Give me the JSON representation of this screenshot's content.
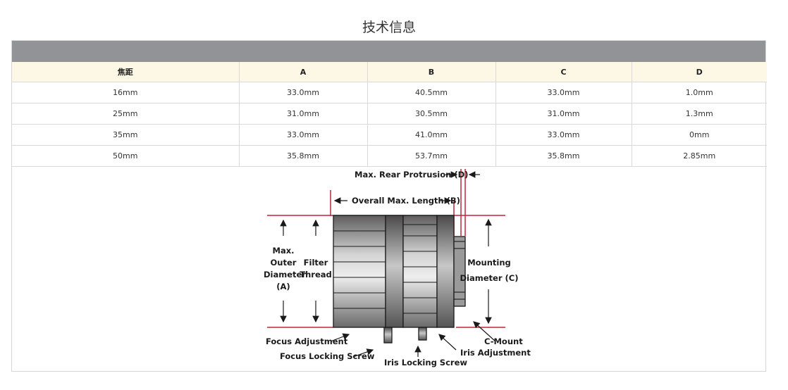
{
  "page": {
    "title": "技术信息"
  },
  "table": {
    "headers": [
      "焦距",
      "A",
      "B",
      "C",
      "D"
    ],
    "rows": [
      [
        "16mm",
        "33.0mm",
        "40.5mm",
        "33.0mm",
        "1.0mm"
      ],
      [
        "25mm",
        "31.0mm",
        "30.5mm",
        "31.0mm",
        "1.3mm"
      ],
      [
        "35mm",
        "33.0mm",
        "41.0mm",
        "33.0mm",
        "0mm"
      ],
      [
        "50mm",
        "35.8mm",
        "53.7mm",
        "35.8mm",
        "2.85mm"
      ]
    ]
  },
  "diagram": {
    "labels": {
      "max_rear_protrusion": "Max. Rear Protrusion (D)",
      "overall_max_length": "Overall Max. Length (B)",
      "max_outer_line1": "Max.",
      "max_outer_line2": "Outer",
      "max_outer_line3": "Diameter",
      "max_outer_line4": "(A)",
      "filter_line1": "Filter",
      "filter_line2": "Thread",
      "mounting_line1": "Mounting",
      "mounting_line2": "Diameter (C)",
      "focus_adjustment": "Focus Adjustment",
      "focus_locking_screw": "Focus Locking Screw",
      "iris_locking_screw": "Iris Locking Screw",
      "c_mount": "C-Mount",
      "iris_adjustment": "Iris Adjustment"
    },
    "colors": {
      "dimension_line": "#c0243a",
      "lens_body": "#8a8a8a",
      "outline": "#1a1a1a"
    }
  }
}
